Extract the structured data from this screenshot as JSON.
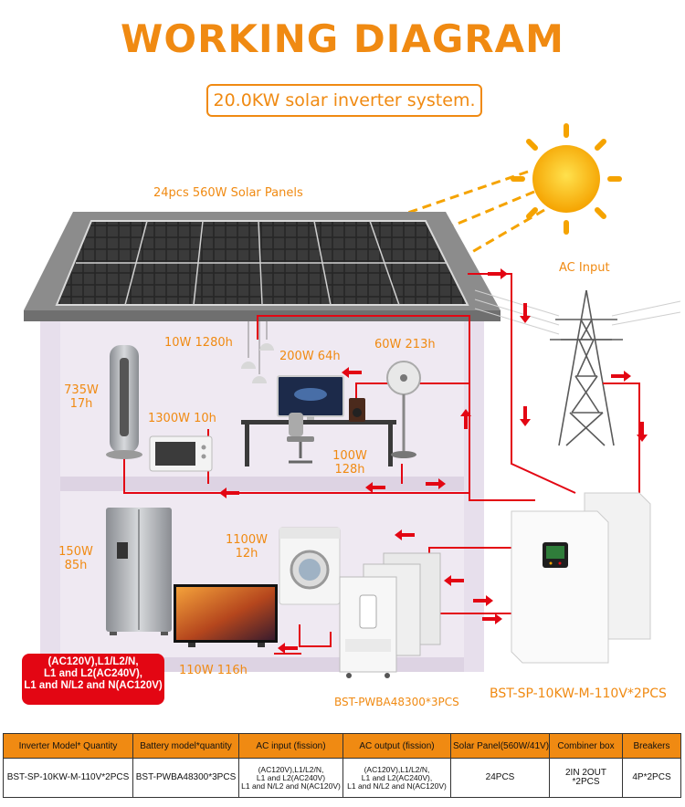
{
  "header": {
    "title": "WORKING DIAGRAM",
    "subtitle": "20.0KW solar inverter system."
  },
  "labels": {
    "solar_panels": "24pcs 560W Solar Panels",
    "ac_input": "AC Input",
    "light": "10W 1280h",
    "monitor": "200W 64h",
    "fan": "60W 213h",
    "tower_fan_line1": "735W",
    "tower_fan_line2": "17h",
    "microwave": "1300W 10h",
    "speaker_line1": "100W",
    "speaker_line2": "128h",
    "fridge_line1": "150W",
    "fridge_line2": "85h",
    "washer_line1": "1100W",
    "washer_line2": "12h",
    "tv": "110W 116h",
    "battery_model": "BST-PWBA48300*3PCS",
    "inverter_model": "BST-SP-10KW-M-110V*2PCS"
  },
  "note": {
    "line1": "(AC120V),L1/L2/N,",
    "line2": "L1 and L2(AC240V),",
    "line3": "L1 and N/L2 and N(AC120V)"
  },
  "spec_table": {
    "headers": [
      "Inverter Model* Quantity",
      "Battery model*quantity",
      "AC input (fission)",
      "AC output (fission)",
      "Solar Panel(560W/41V)",
      "Combiner box",
      "Breakers"
    ],
    "row": {
      "inverter": "BST-SP-10KW-M-110V*2PCS",
      "battery": "BST-PWBA48300*3PCS",
      "ac_input": [
        "(AC120V),L1/L2/N,",
        "L1 and L2(AC240V)",
        "L1 and N/L2 and N(AC120V)"
      ],
      "ac_output": [
        "(AC120V),L1/L2/N,",
        "L1 and L2(AC240V),",
        "L1 and N/L2 and N(AC120V)"
      ],
      "solar_panel": "24PCS",
      "combiner_box": "2IN 2OUT *2PCS",
      "breakers": "4P*2PCS"
    }
  },
  "colors": {
    "accent": "#f08a12",
    "wire": "#e30613",
    "house_wall": "#e7dfec",
    "roof": "#8c8c8c",
    "panel": "#2b2b2b"
  }
}
